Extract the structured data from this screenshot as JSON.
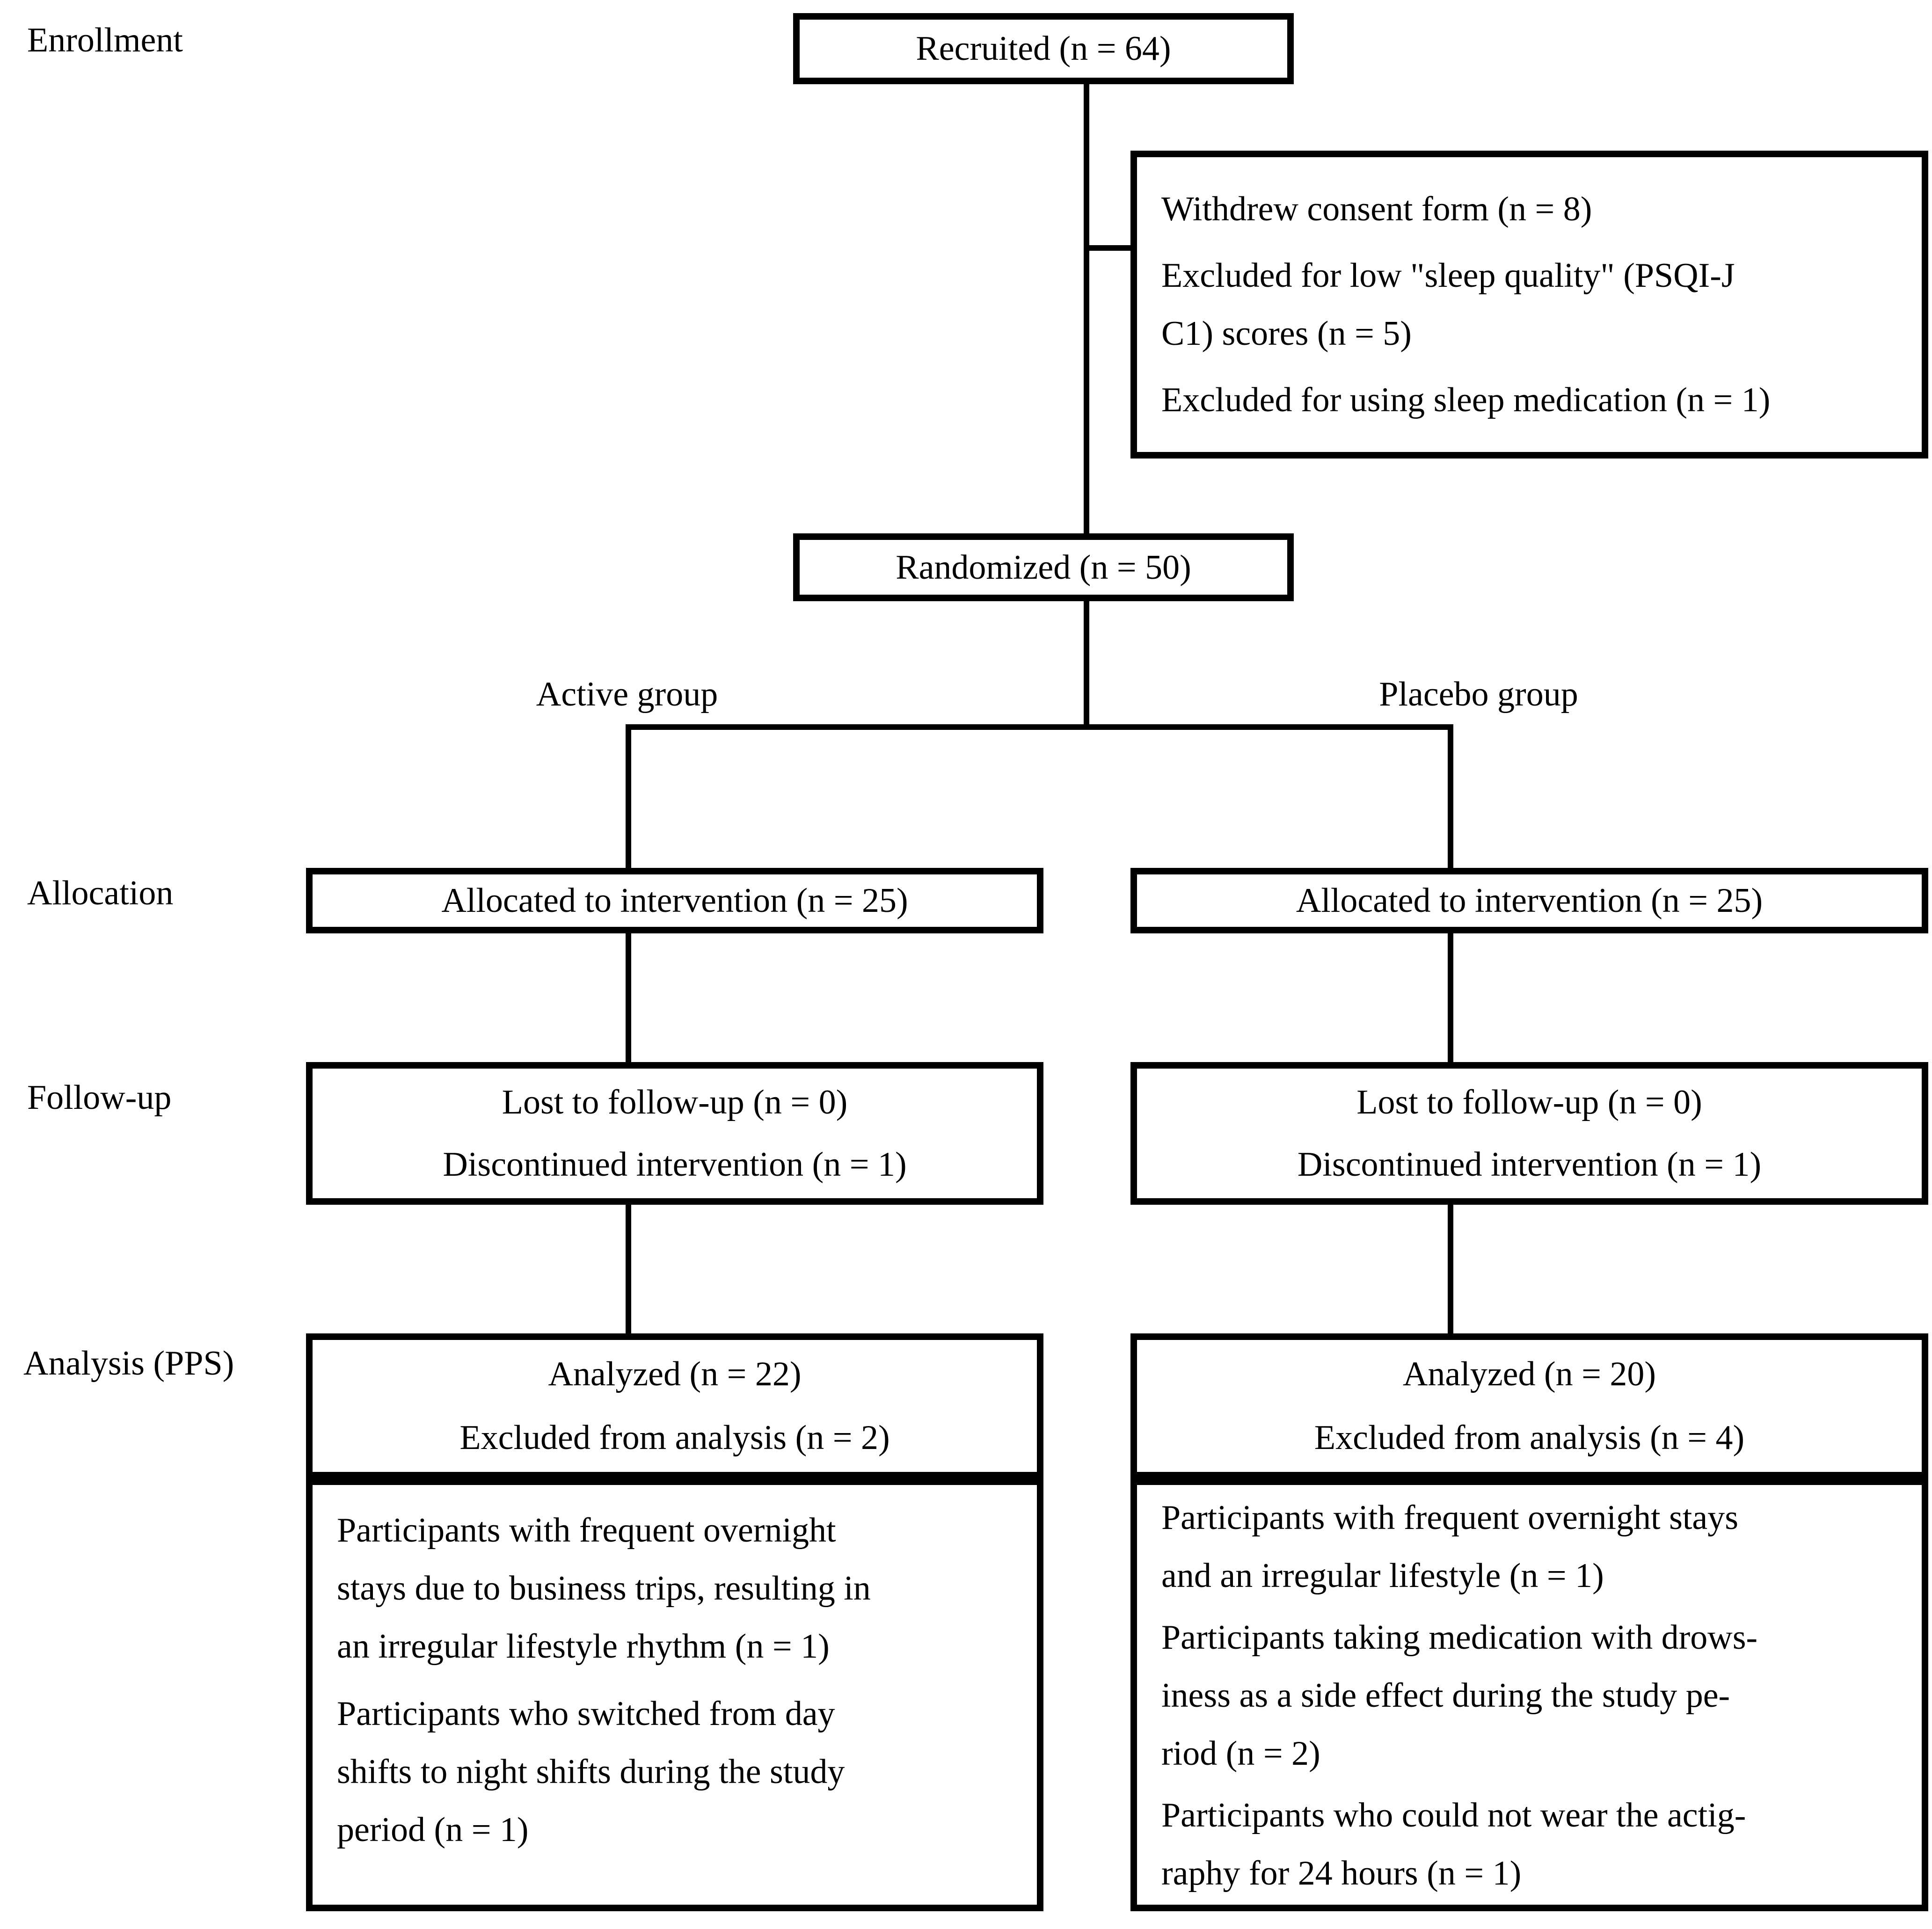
{
  "figure": {
    "stage_labels": {
      "enrollment": "Enrollment",
      "allocation": "Allocation",
      "follow_up": "Follow-up",
      "analysis": "Analysis (PPS)"
    },
    "group_labels": {
      "active": "Active group",
      "placebo": "Placebo group"
    },
    "boxes": {
      "recruited": {
        "text": "Recruited (n = 64)"
      },
      "exclusion": {
        "lines": [
          "Withdrew consent form (n = 8)",
          "Excluded for low \"sleep quality\" (PSQI-J",
          "C1) scores (n = 5)",
          "Excluded for using sleep medication (n = 1)"
        ]
      },
      "randomized": {
        "text": "Randomized (n = 50)"
      },
      "allocation_active": {
        "text": "Allocated to intervention (n = 25)"
      },
      "allocation_placebo": {
        "text": "Allocated to intervention (n = 25)"
      },
      "follow_up_active": {
        "lines": [
          "Lost to follow-up (n = 0)",
          "Discontinued intervention (n = 1)"
        ]
      },
      "follow_up_placebo": {
        "lines": [
          "Lost to follow-up (n = 0)",
          "Discontinued intervention (n = 1)"
        ]
      },
      "analysis_active": {
        "lines": [
          "Analyzed (n = 22)",
          "Excluded from analysis (n = 2)"
        ]
      },
      "analysis_placebo": {
        "lines": [
          "Analyzed (n = 20)",
          "Excluded from analysis (n = 4)"
        ]
      },
      "analysis_excluded_active": {
        "lines": [
          "Participants with frequent overnight",
          "stays due to business trips, resulting in",
          "an irregular lifestyle rhythm (n = 1)",
          "Participants who switched from day",
          "shifts to night shifts during the study",
          "period (n = 1)"
        ]
      },
      "analysis_excluded_placebo": {
        "lines": [
          "Participants with frequent overnight stays",
          "and an irregular lifestyle (n = 1)",
          "Participants taking medication with drows-",
          "iness as a side effect during the study pe-",
          "riod (n = 2)",
          "Participants who could not wear the actig-",
          "raphy for 24 hours (n = 1)"
        ]
      }
    },
    "colors": {
      "line": "#000000",
      "text": "#000000",
      "background": "#ffffff"
    }
  }
}
